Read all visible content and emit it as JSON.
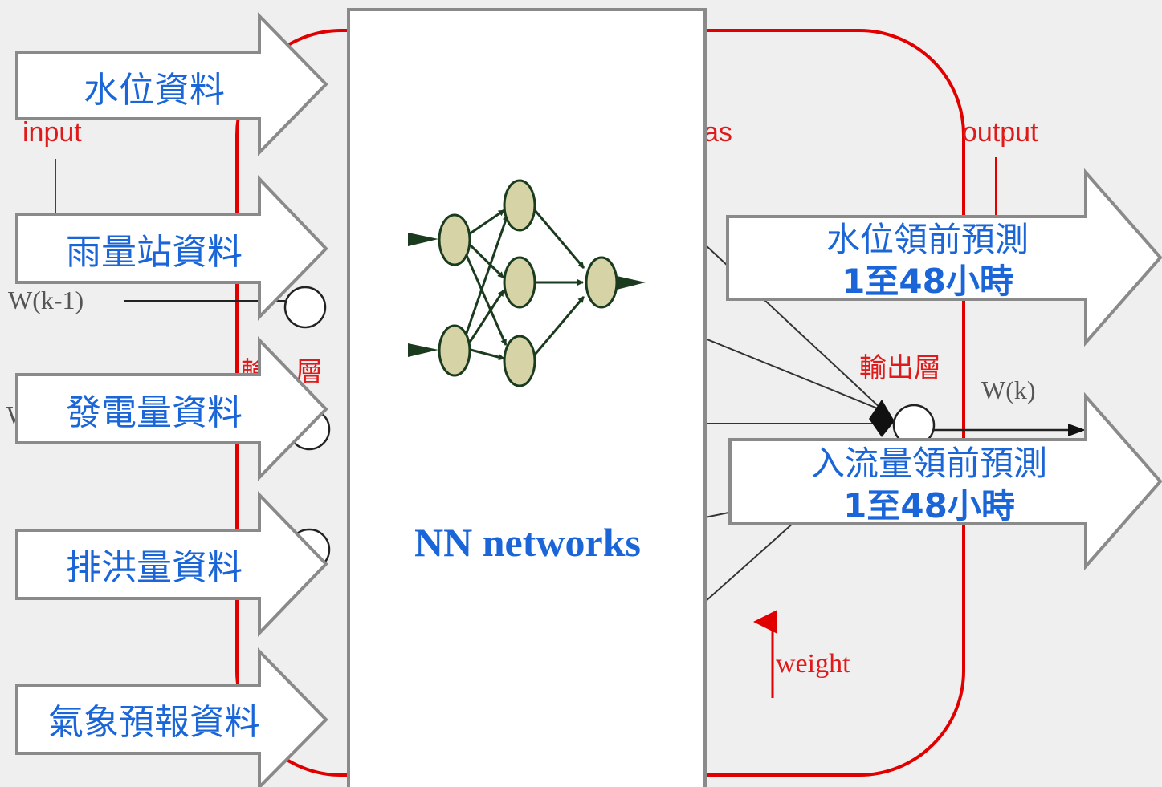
{
  "background_labels": {
    "input": "input",
    "output": "output",
    "bias_fragment": "as",
    "input_layer": "輸入層",
    "output_layer": "輸出層",
    "w_prev": "W(k-1)",
    "w_out": "W(k)",
    "weight": "weight",
    "w_fragment": "W"
  },
  "input_arrows": [
    "水位資料",
    "雨量站資料",
    "發電量資料",
    "排洪量資料",
    "氣象預報資料"
  ],
  "center_box": {
    "title": "NN networks"
  },
  "output_arrows": [
    {
      "line1": "水位領前預測",
      "line2": "1至48小時"
    },
    {
      "line1": "入流量領前預測",
      "line2": "1至48小時"
    }
  ],
  "colors": {
    "background": "#efefef",
    "red_frame": "#e00000",
    "red_text": "#e01a1a",
    "arrow_stroke": "#8a8a8a",
    "blue_text": "#1a66d9",
    "node_fill": "#d6d3a7",
    "node_stroke": "#1b3b1f",
    "edge_color": "#1b3b1f"
  }
}
